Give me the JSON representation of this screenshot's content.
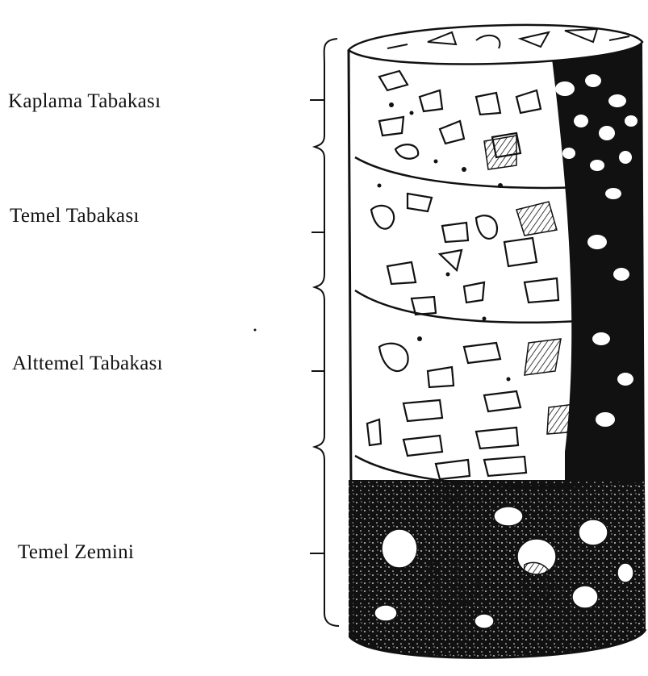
{
  "layers": [
    {
      "label": "Kaplama Tabakası"
    },
    {
      "label": "Temel Tabakası"
    },
    {
      "label": "Alttemel Tabakası"
    },
    {
      "label": "Temel Zemini"
    }
  ],
  "colors": {
    "ink": "#111111",
    "paper": "#ffffff"
  }
}
